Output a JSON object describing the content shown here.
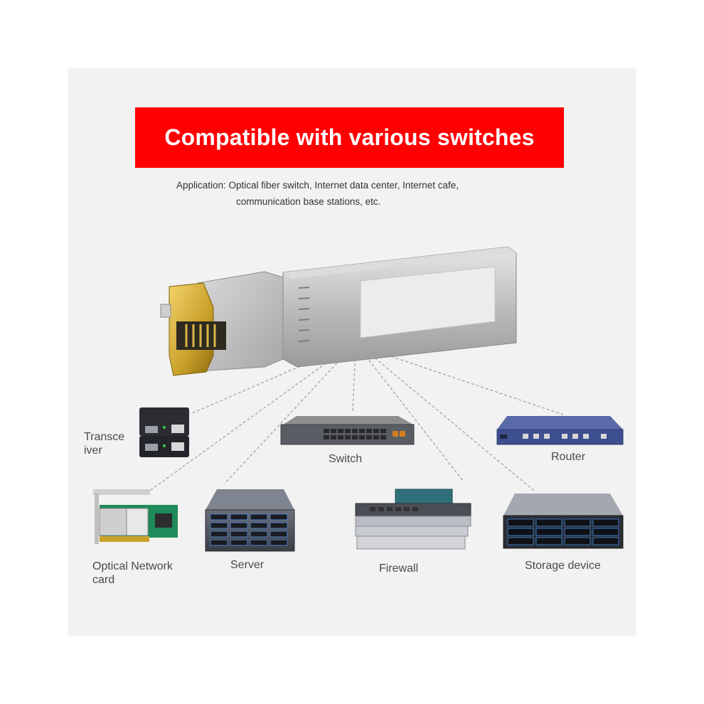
{
  "banner": {
    "title": "Compatible with various switches"
  },
  "application": {
    "line1": "Application: Optical fiber switch, Internet data center, Internet cafe,",
    "line2": "communication base stations, etc."
  },
  "devices": {
    "transceiver": {
      "line1": "Transce",
      "line2": "iver"
    },
    "switch": "Switch",
    "router": "Router",
    "network_card": {
      "line1": "Optical Network",
      "line2": "card"
    },
    "server": "Server",
    "firewall": "Firewall",
    "storage": "Storage device"
  },
  "colors": {
    "banner_red": "#ff0000",
    "panel_gray": "#f2f2f2",
    "router_blue": "#3d4f8f"
  }
}
